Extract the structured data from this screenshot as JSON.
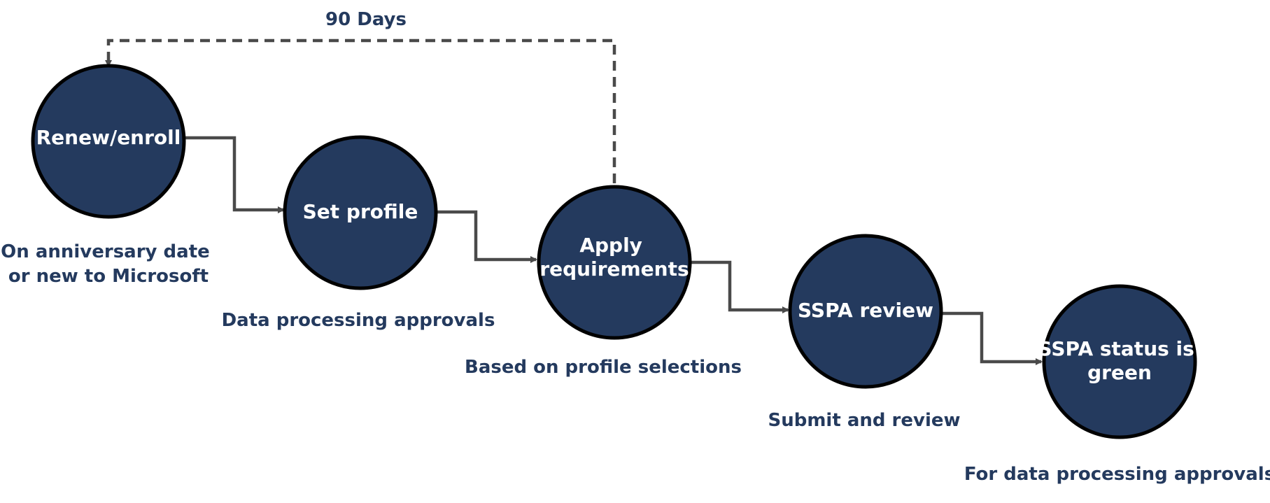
{
  "colors": {
    "node_fill": "#243a5e",
    "node_stroke": "#000000",
    "connector": "#4a4a4a",
    "caption": "#243a5e",
    "node_text": "#ffffff"
  },
  "loop_label": "90 Days",
  "steps": [
    {
      "title": [
        "Renew/enroll"
      ],
      "caption": [
        "On anniversary date",
        "or new to Microsoft"
      ]
    },
    {
      "title": [
        "Set profile"
      ],
      "caption": [
        "Data processing approvals"
      ]
    },
    {
      "title": [
        "Apply",
        "requirements"
      ],
      "caption": [
        "Based on profile selections"
      ]
    },
    {
      "title": [
        "SSPA review"
      ],
      "caption": [
        "Submit and review"
      ]
    },
    {
      "title": [
        "SSPA status is",
        "green"
      ],
      "caption": [
        "For data processing approvals"
      ]
    }
  ]
}
